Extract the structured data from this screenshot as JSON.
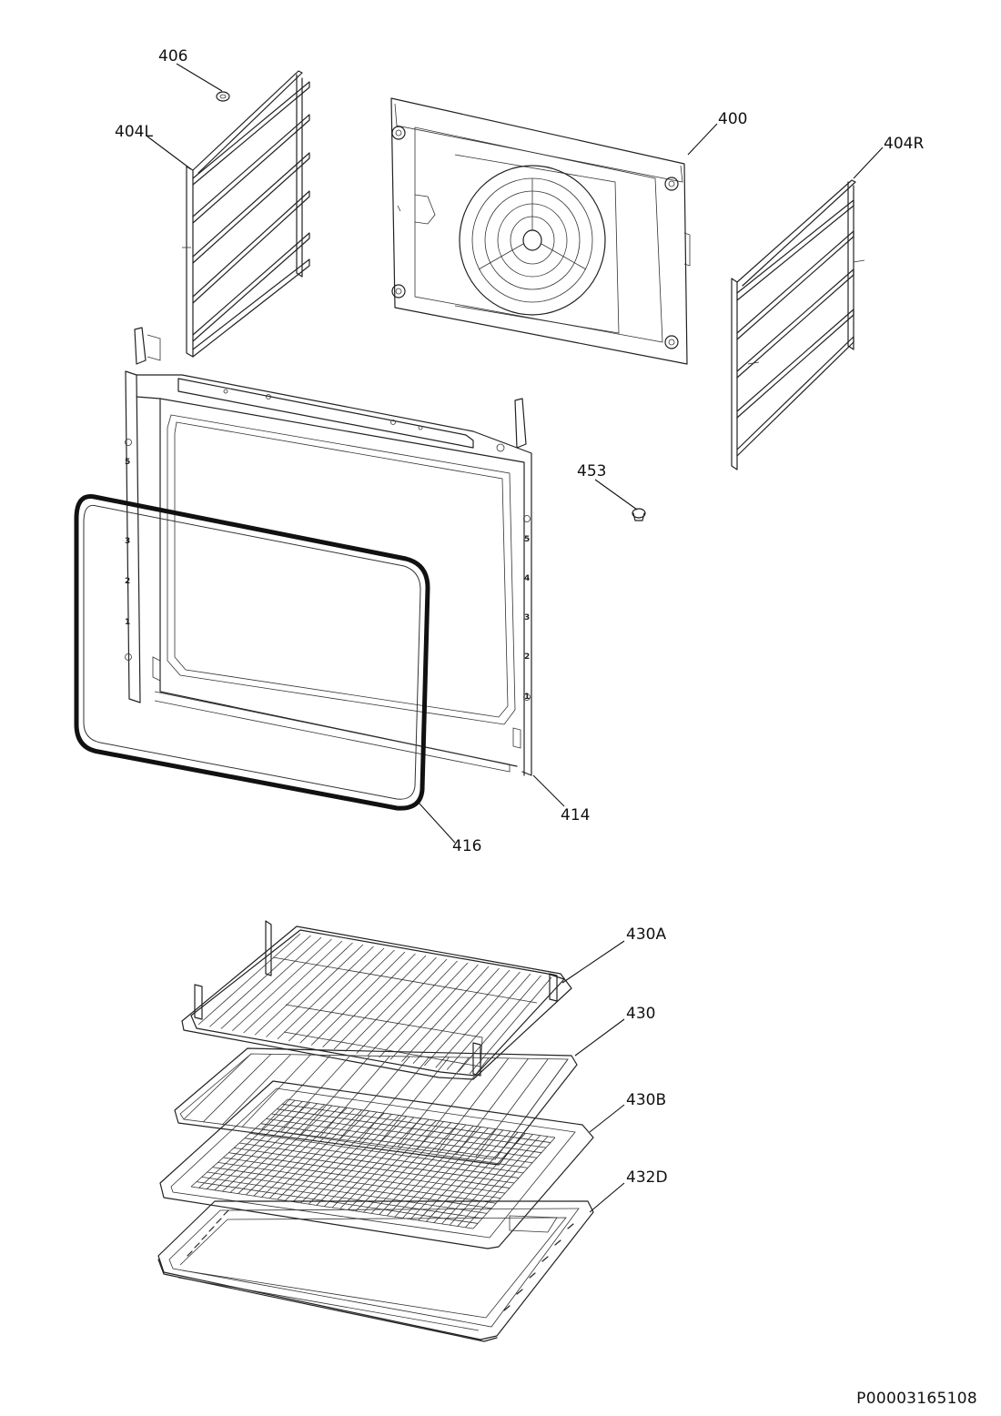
{
  "callouts": {
    "c406": "406",
    "c404L": "404L",
    "c400": "400",
    "c404R": "404R",
    "c453": "453",
    "c414": "414",
    "c416": "416",
    "c430A": "430A",
    "c430": "430",
    "c430B": "430B",
    "c432D": "432D"
  },
  "shelf_marks_left": [
    "5",
    "3",
    "2",
    "1"
  ],
  "shelf_marks_right": [
    "5",
    "4",
    "3",
    "2",
    "1"
  ],
  "document_code": "P00003165108"
}
